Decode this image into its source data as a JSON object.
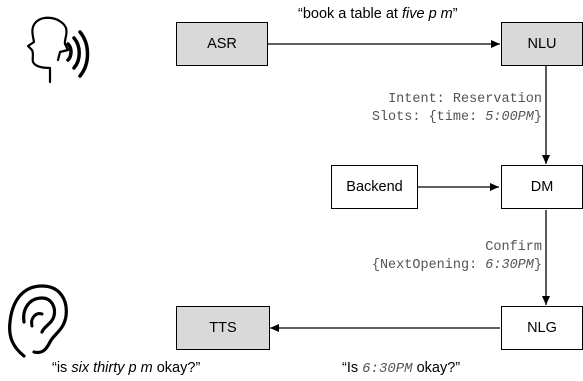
{
  "nodes": {
    "asr": "ASR",
    "nlu": "NLU",
    "dm": "DM",
    "backend": "Backend",
    "nlg": "NLG",
    "tts": "TTS"
  },
  "edges": {
    "asr_nlu": {
      "pre": "“book a table at ",
      "italic": "five p m",
      "post": "”"
    },
    "nlu_dm": {
      "line1": "Intent: Reservation",
      "line2_pre": "Slots: {time: ",
      "line2_italic": "5:00PM",
      "line2_post": "}"
    },
    "dm_nlg": {
      "line1": "Confirm",
      "line2_pre": "{NextOpening: ",
      "line2_italic": "6:30PM",
      "line2_post": "}"
    },
    "nlg_tts": {
      "pre": "“Is ",
      "mono_italic": "6:30PM",
      "post": " okay?”"
    },
    "tts_out": {
      "pre": "“is ",
      "italic": "six thirty p m",
      "post": " okay?”"
    }
  },
  "icons": {
    "speaker": "speaking-head-icon",
    "listener": "ear-icon"
  }
}
